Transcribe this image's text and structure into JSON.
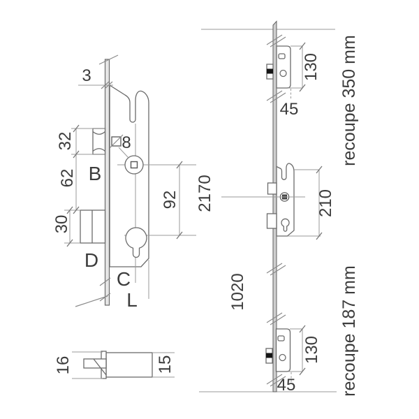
{
  "title": "multipoint lock technical drawing",
  "colors": {
    "background": "#ffffff",
    "outline": "#6b6b6b",
    "dim_line": "#9a9a9a",
    "text": "#3c3c3c",
    "rail_fill": "#cfcfcf",
    "black_detail": "#141414"
  },
  "front_view": {
    "dims": {
      "faceplate_thickness": "3",
      "latch_height": "32",
      "latch_label": "B",
      "latch_to_deadbolt": "62",
      "deadbolt_height": "30",
      "deadbolt_label": "D",
      "spindle_square": "8",
      "spindle_to_cylinder": "92",
      "case_label": "C",
      "length_label": "L"
    }
  },
  "latch_detail": {
    "dims": {
      "latch_projection": "16",
      "body_height": "15"
    }
  },
  "rail_view": {
    "dims": {
      "top_keeper_height": "130",
      "top_keeper_offset": "45",
      "overall_length": "2170",
      "centre_case_height": "210",
      "lower_section_length": "1020",
      "bottom_keeper_height": "130",
      "bottom_keeper_offset": "45"
    },
    "notes": {
      "top_trim": "recoupe 350 mm",
      "bottom_trim": "recoupe 187 mm"
    }
  }
}
